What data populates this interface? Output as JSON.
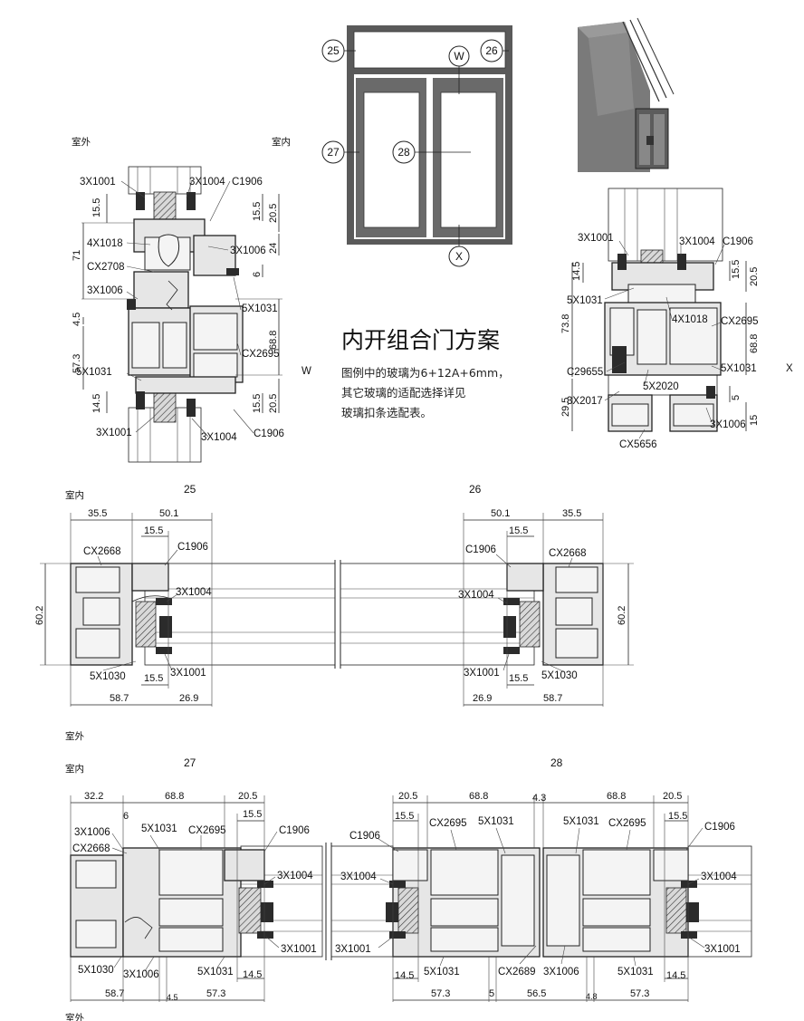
{
  "headline": {
    "title": "内开组合门方案",
    "note_lines": [
      "图例中的玻璃为6+12A+6mm，",
      "其它玻璃的适配选择详见",
      "玻璃扣条选配表。"
    ]
  },
  "elevation": {
    "callouts": [
      "25",
      "26",
      "W",
      "27",
      "28",
      "X"
    ]
  },
  "section_w": {
    "side_outside": "室外",
    "side_inside": "室内",
    "axis_label": "W",
    "labels": [
      "3X1001",
      "3X1004",
      "C1906",
      "4X1018",
      "3X1006",
      "CX2708",
      "3X1006",
      "5X1031",
      "CX2695",
      "5X1031",
      "3X1001",
      "3X1004",
      "C1906"
    ],
    "dims": [
      "15.5",
      "15.5",
      "20.5",
      "24",
      "6",
      "71",
      "4.5",
      "68.8",
      "57.3",
      "14.5",
      "15.5",
      "20.5"
    ]
  },
  "section_x": {
    "axis_label": "X",
    "labels": [
      "3X1001",
      "3X1004",
      "C1906",
      "5X1031",
      "4X1018",
      "CX2695",
      "C29655",
      "5X1031",
      "5X2020",
      "3X2017",
      "3X1006",
      "CX5656"
    ],
    "dims": [
      "14.5",
      "15.5",
      "20.5",
      "73.8",
      "68.8",
      "29.5",
      "5",
      "15"
    ]
  },
  "section_25": {
    "number": "25",
    "side_top": "室内",
    "side_bottom": "室外",
    "labels": [
      "CX2668",
      "C1906",
      "3X1004",
      "5X1030",
      "3X1001"
    ],
    "dims": [
      "35.5",
      "50.1",
      "15.5",
      "60.2",
      "15.5",
      "58.7",
      "26.9"
    ]
  },
  "section_26": {
    "number": "26",
    "labels": [
      "C1906",
      "CX2668",
      "3X1004",
      "3X1001",
      "5X1030"
    ],
    "dims": [
      "50.1",
      "35.5",
      "15.5",
      "60.2",
      "15.5",
      "26.9",
      "58.7"
    ]
  },
  "section_27": {
    "number": "27",
    "side_top": "室内",
    "side_bottom": "室外",
    "labels": [
      "3X1006",
      "5X1031",
      "CX2695",
      "C1906",
      "CX2668",
      "3X1004",
      "3X1001",
      "5X1030",
      "3X1006",
      "5X1031"
    ],
    "dims": [
      "32.2",
      "68.8",
      "20.5",
      "6",
      "15.5",
      "14.5",
      "58.7",
      "4.5",
      "57.3"
    ]
  },
  "section_28": {
    "number": "28",
    "labels": [
      "C1906",
      "CX2695",
      "5X1031",
      "5X1031",
      "CX2695",
      "C1906",
      "3X1004",
      "3X1004",
      "3X1001",
      "5X1031",
      "CX2689",
      "3X1006",
      "5X1031",
      "3X1001"
    ],
    "dims": [
      "20.5",
      "68.8",
      "4.3",
      "68.8",
      "20.5",
      "15.5",
      "15.5",
      "14.5",
      "57.3",
      "5",
      "56.5",
      "4.8",
      "57.3",
      "14.5"
    ]
  }
}
